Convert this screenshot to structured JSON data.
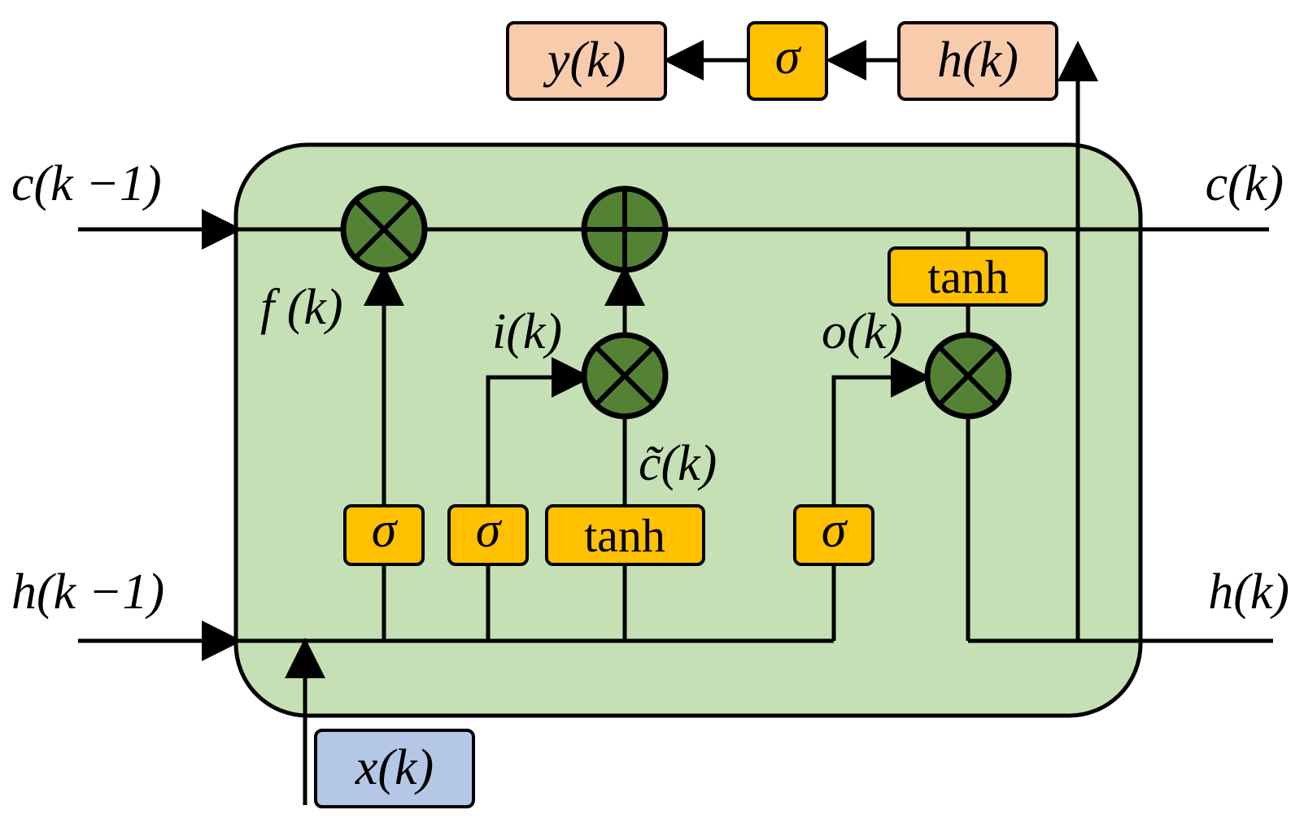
{
  "labels": {
    "c_prev": "c(k −1)",
    "h_prev": "h(k −1)",
    "c_out": "c(k)",
    "h_out": "h(k)",
    "x_in": "x(k)",
    "y_out": "y(k)",
    "h_top": "h(k)",
    "forget": "f (k)",
    "input": "i(k)",
    "output": "o(k)",
    "candidate": "c̃(k)"
  },
  "gates": {
    "sigma": "σ",
    "tanh": "tanh"
  },
  "colors": {
    "cell": "#c5e0b4",
    "gate": "#ffc000",
    "operator": "#548235",
    "output_box": "#f8cbad",
    "input_box": "#b4c7e7",
    "line": "#000000"
  }
}
